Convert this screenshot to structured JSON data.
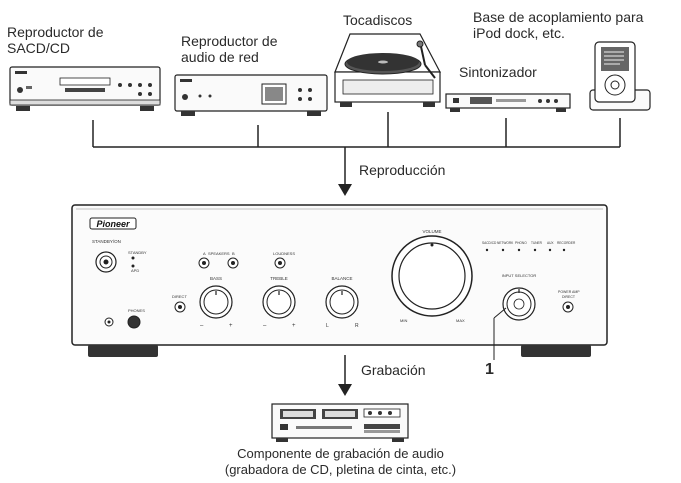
{
  "sources": {
    "sacd_cd": "Reproductor de\nSACD/CD",
    "network": "Reproductor de\naudio de red",
    "turntable": "Tocadiscos",
    "ipod_dock": "Base de acoplamiento para\niPod dock, etc.",
    "tuner": "Sintonizador"
  },
  "flow": {
    "playback": "Reproducción",
    "recording": "Grabación"
  },
  "amplifier": {
    "brand": "Pioneer",
    "standby": "STANDBY/ON",
    "standby_led": "STANDBY",
    "apd": "APD",
    "phones": "PHONES",
    "direct": "DIRECT",
    "speakers": "SPEAKERS",
    "speaker_a": "A",
    "speaker_b": "B",
    "loudness": "LOUDNESS",
    "bass": "BASS",
    "treble": "TREBLE",
    "balance": "BALANCE",
    "volume": "VOLUME",
    "vol_min": "MIN",
    "vol_max": "MAX",
    "input_selector": "INPUT SELECTOR",
    "power_amp": "POWER AMP\nDIRECT",
    "inputs": [
      "SACD/CD",
      "NETWORK",
      "PHONO",
      "TUNER",
      "AUX",
      "RECORDER"
    ],
    "minus": "–",
    "plus": "+",
    "left": "L",
    "right": "R"
  },
  "callout": "1",
  "recorder": {
    "caption_line1": "Componente de grabación de audio",
    "caption_line2": "(grabadora de CD, pletina de cinta, etc.)"
  }
}
